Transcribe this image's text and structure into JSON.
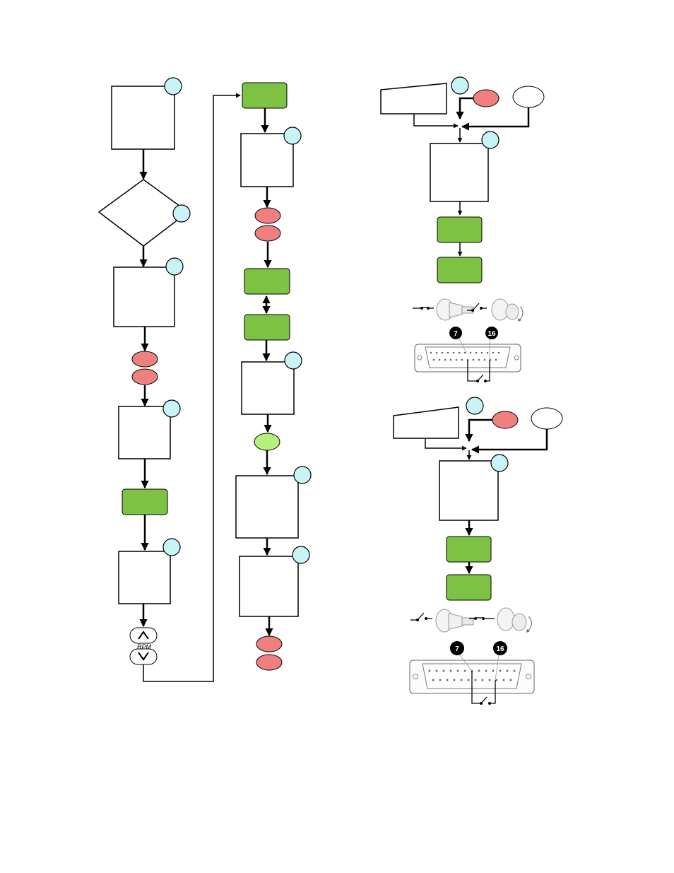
{
  "colors": {
    "action": "#7dc242",
    "stop": "#f08080",
    "ok": "#b4f07a",
    "callout": "#c8f4f8",
    "pin": "#000000",
    "line": "#000000"
  },
  "keypad": {
    "label": "RPM",
    "up_icon": "chevron-up-icon",
    "down_icon": "chevron-down-icon"
  },
  "connectors": [
    {
      "pin_a": "7",
      "pin_b": "16"
    },
    {
      "pin_a": "7",
      "pin_b": "16"
    }
  ]
}
